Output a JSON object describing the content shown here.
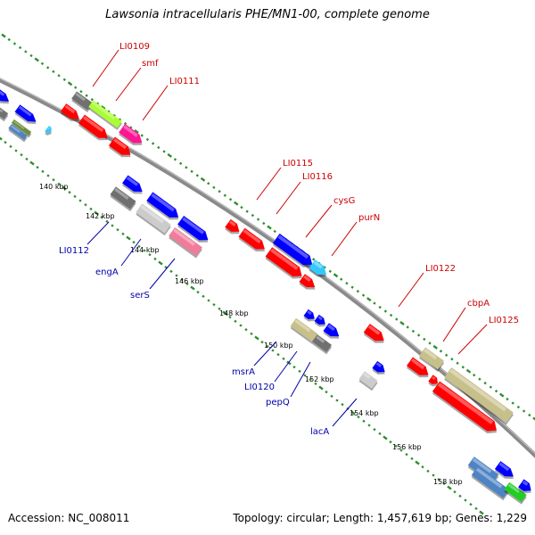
{
  "title": "Lawsonia intracellularis PHE/MN1-00, complete genome",
  "footer": {
    "accession": "Accession: NC_008011",
    "summary": "Topology: circular; Length: 1,457,619 bp; Genes: 1,229"
  },
  "ticks": [
    "140 kbp",
    "142 kbp",
    "144 kbp",
    "146 kbp",
    "148 kbp",
    "150 kbp",
    "152 kbp",
    "154 kbp",
    "156 kbp",
    "158 kbp"
  ],
  "labels_plus": [
    "LI0109",
    "smf",
    "LI0111",
    "LI0115",
    "LI0116",
    "cysG",
    "purN",
    "LI0122",
    "cbpA",
    "LI0125"
  ],
  "labels_minus": [
    "LI0112",
    "engA",
    "serS",
    "msrA",
    "LI0120",
    "pepQ",
    "lacA"
  ],
  "colors": {
    "cds": "#ff0000",
    "blue": "#0000ff",
    "gray": "#707070",
    "light_gray": "#cccccc",
    "olive": "#c8c08a",
    "pink": "#f07b9a",
    "magenta": "#ff1493",
    "lime": "#aaff33",
    "cyan": "#33c8ff",
    "steel": "#4f84c4",
    "dot_green": "#2f8f2f",
    "backbone": "#8a8a8a",
    "label_red": "#cc0000",
    "label_blue": "#0000aa"
  }
}
